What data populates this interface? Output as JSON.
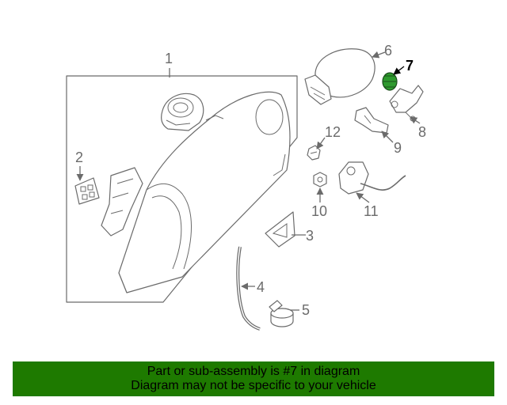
{
  "diagram": {
    "callouts": {
      "c1": "1",
      "c2": "2",
      "c3": "3",
      "c4": "4",
      "c5": "5",
      "c6": "6",
      "c7": "7",
      "c8": "8",
      "c9": "9",
      "c10": "10",
      "c11": "11",
      "c12": "12"
    },
    "highlighted_part": "7",
    "highlight_color": "#2e9a2e"
  },
  "banner": {
    "line1": "Part or sub-assembly is #7 in diagram",
    "line2": "Diagram may not be specific to your vehicle",
    "background_color": "#1e7a00"
  }
}
